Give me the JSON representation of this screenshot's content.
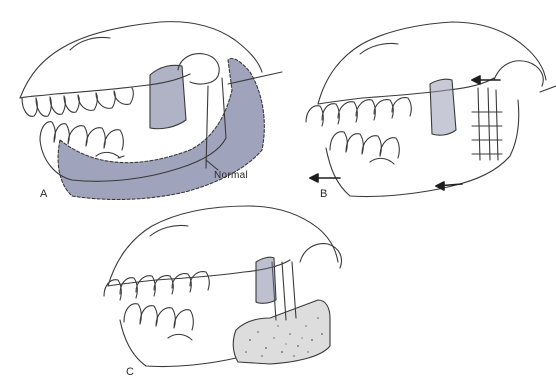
{
  "figure": {
    "panels": [
      {
        "id": "A",
        "letter": "A",
        "annotation": "Normal"
      },
      {
        "id": "B",
        "letter": "B"
      },
      {
        "id": "C",
        "letter": "C"
      }
    ]
  },
  "colors": {
    "ink": "#3a3a3a",
    "shade": "#8f93b0",
    "shade_dark": "#6f7396",
    "speckle": "#5a5a5a",
    "paper": "#ffffff"
  }
}
